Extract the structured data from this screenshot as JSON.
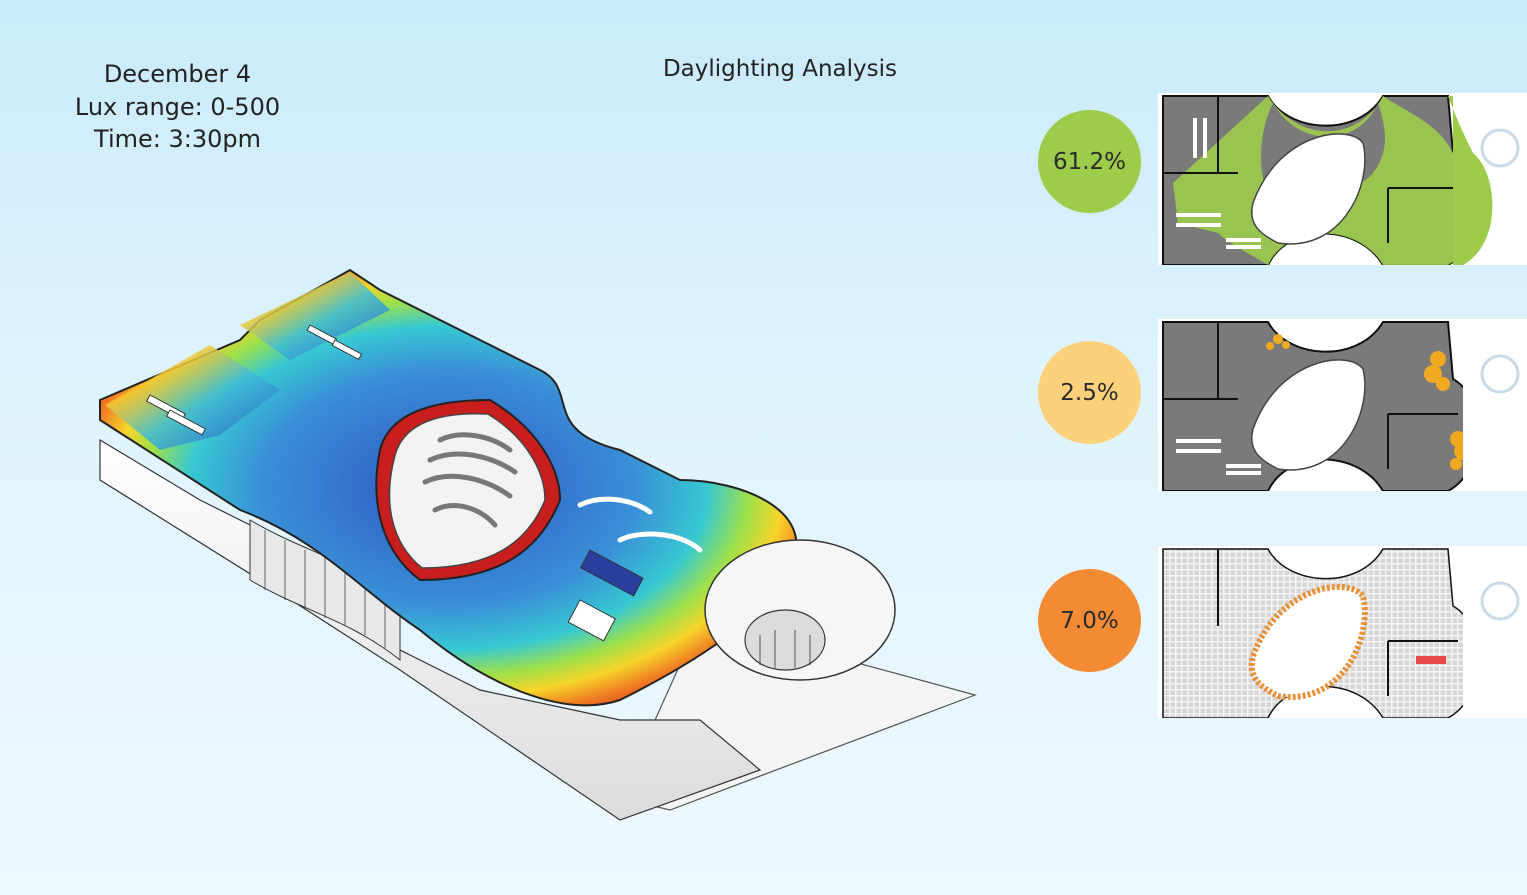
{
  "info": {
    "date": "December 4",
    "lux_range": "Lux range: 0-500",
    "time": "Time: 3:30pm"
  },
  "title": "Daylighting Analysis",
  "colors": {
    "green": "#9ccc4a",
    "light_orange": "#fdd17c",
    "orange": "#f38a34",
    "plan_gray": "#7a7a7a",
    "heat_blue": "#2f5fc6",
    "heat_red": "#c81e1e"
  },
  "metrics": [
    {
      "value": "61.2%",
      "color": "#9ccc4a"
    },
    {
      "value": "2.5%",
      "color": "#fdd17c"
    },
    {
      "value": "7.0%",
      "color": "#f38a34"
    }
  ]
}
